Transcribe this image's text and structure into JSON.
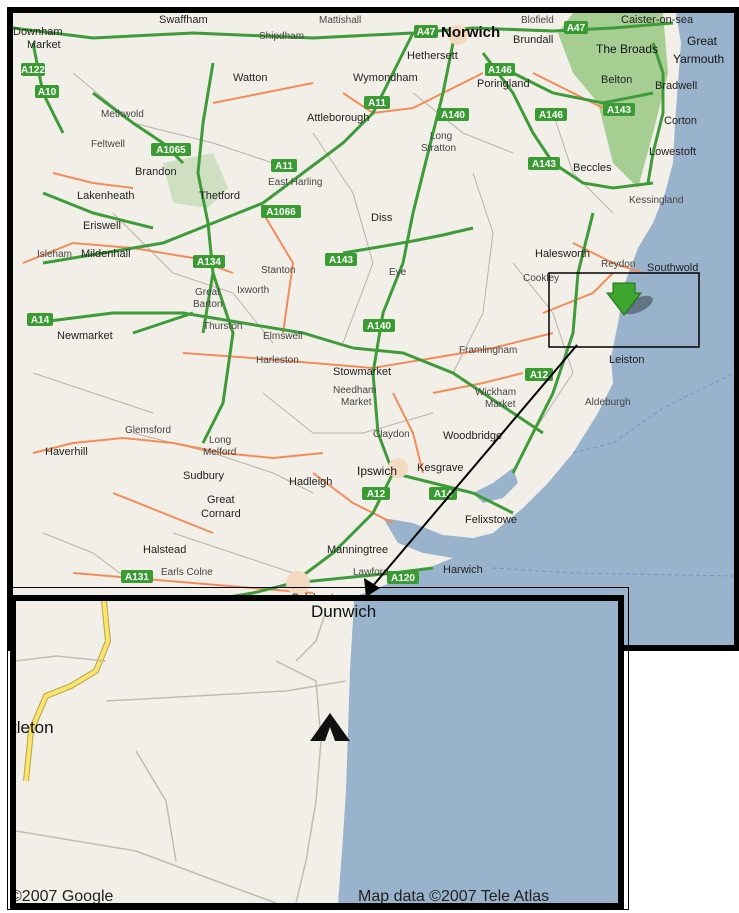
{
  "colors": {
    "land": "#f1efe7",
    "sea": "#99b3cc",
    "broads": "#a6ce93",
    "forest": "#cfe0c2",
    "a_road": "#3f9b3a",
    "b_road": "#f28c5a",
    "minor_road": "#b9b3a4",
    "badge": "#3a9b33",
    "marker": "#3da62f"
  },
  "main_map": {
    "places": [
      "Swaffham",
      "Shipdham",
      "Mattishall",
      "Norwich",
      "Blofield",
      "Brundall",
      "Caister-on-sea",
      "Downham",
      "Market",
      "Hethersett",
      "The Broads",
      "Great",
      "Yarmouth",
      "Watton",
      "Wymondham",
      "Poringland",
      "Belton",
      "Bradwell",
      "Methwold",
      "Attleborough",
      "Corton",
      "Feltwell",
      "Long",
      "Stratton",
      "Lowestoft",
      "Brandon",
      "Beccles",
      "Lakenheath",
      "Thetford",
      "East Harling",
      "Kessingland",
      "Eriswell",
      "Diss",
      "Isleham",
      "Mildenhall",
      "Halesworth",
      "Stanton",
      "Eye",
      "Reydon",
      "Southwold",
      "Cookley",
      "Ixworth",
      "Great",
      "Barton",
      "Newmarket",
      "Thurston",
      "Elmswell",
      "Framlingham",
      "Leiston",
      "Harleston",
      "Stowmarket",
      "Needham",
      "Market",
      "Wickham",
      "Market",
      "Aldeburgh",
      "Glemsford",
      "Long",
      "Melford",
      "Claydon",
      "Woodbridge",
      "Haverhill",
      "Sudbury",
      "Hadleigh",
      "Ipswich",
      "Kesgrave",
      "Great",
      "Cornard",
      "Felixstowe",
      "Halstead",
      "Manningtree",
      "Earls Colne",
      "Lawford",
      "Harwich",
      "Colchester"
    ],
    "road_labels": [
      "A47",
      "A47",
      "A122",
      "A10",
      "A146",
      "A11",
      "A140",
      "A146",
      "A143",
      "A1065",
      "A11",
      "A143",
      "A1066",
      "A134",
      "A143",
      "A14",
      "A140",
      "A12",
      "A12",
      "A14",
      "A131",
      "A120"
    ]
  },
  "inset_map": {
    "place_main": "Dunwich",
    "place_partial": "tleton",
    "campsite_icon": "campsite-icon",
    "attribution_left": "©2007 Google",
    "attribution_right": "Map data ©2007 Tele Atlas"
  }
}
